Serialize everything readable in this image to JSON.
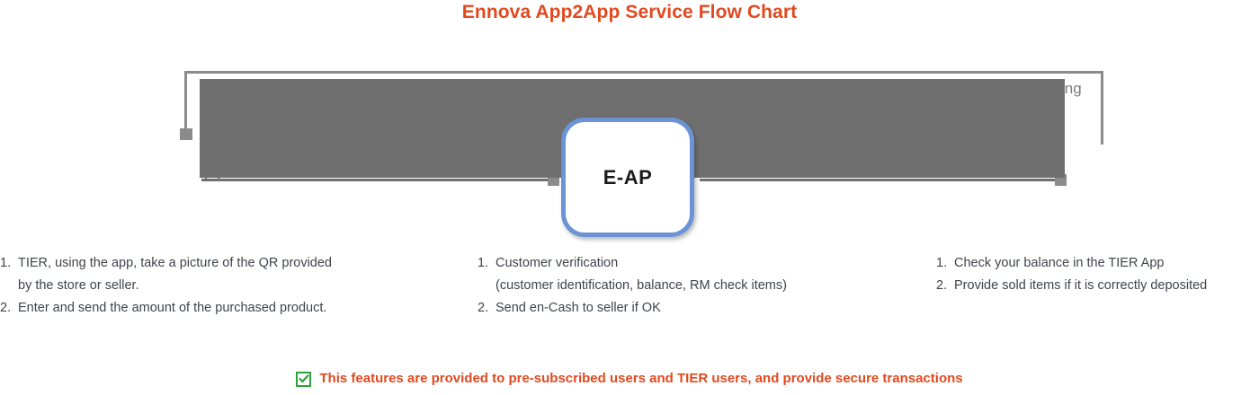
{
  "title": "Ennova App2App Service Flow Chart",
  "theme": {
    "accent_orange": "#e2491f",
    "node_border_blue": "#6b93d6",
    "connector_gray": "#6f6f6f",
    "overlay_gray": "#6f6f6f",
    "check_green": "#2e9e3e",
    "body_text": "#3f444b"
  },
  "diagram": {
    "center_node": {
      "label": "E-AP"
    },
    "partial_label_right": "ing"
  },
  "columns": {
    "left": {
      "steps": [
        {
          "num": "1.",
          "text": "TIER, using the app, take a picture of the QR provided",
          "continuation": "by the store or seller."
        },
        {
          "num": "2.",
          "text": "Enter and send the amount of the purchased product."
        }
      ]
    },
    "middle": {
      "steps": [
        {
          "num": "1.",
          "text": "Customer verification",
          "continuation": "(customer identification, balance, RM check items)"
        },
        {
          "num": "2.",
          "text": "Send en-Cash to seller if OK"
        }
      ]
    },
    "right": {
      "steps": [
        {
          "num": "1.",
          "text": "Check your balance in the TIER App"
        },
        {
          "num": "2.",
          "text": "Provide sold items if it is correctly deposited"
        }
      ]
    }
  },
  "footer": {
    "checkbox_checked": true,
    "note": "This features are provided to pre-subscribed users and TIER users, and provide secure transactions"
  }
}
